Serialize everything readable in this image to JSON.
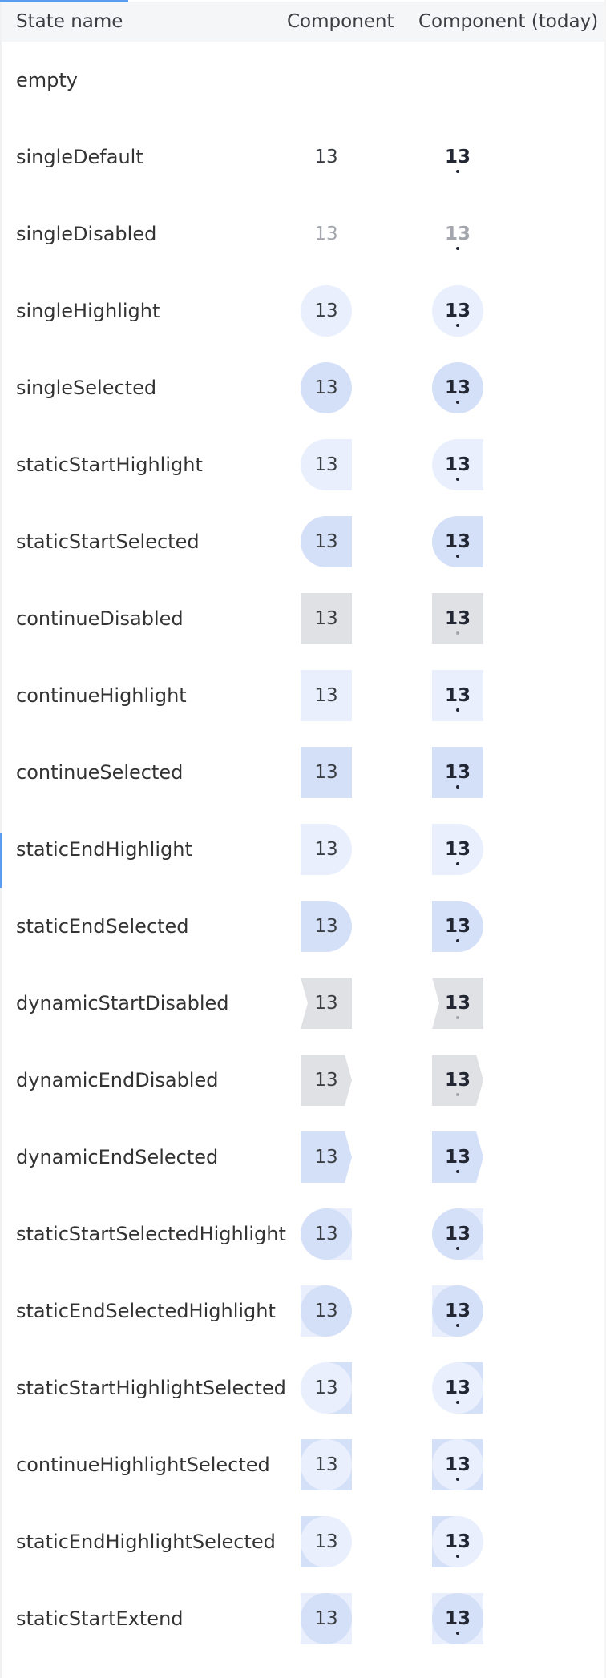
{
  "header": {
    "col_state": "State name",
    "col_component": "Component",
    "col_today": "Component (today)"
  },
  "colors": {
    "highlight": "#e9effc",
    "selected": "#d4e0f8",
    "disabled": "#e0e1e5",
    "accent": "#5a9cf0"
  },
  "rows": [
    {
      "name": "empty",
      "day": "",
      "variant": "empty"
    },
    {
      "name": "singleDefault",
      "day": "13",
      "variant": "singleDefault"
    },
    {
      "name": "singleDisabled",
      "day": "13",
      "variant": "singleDisabled"
    },
    {
      "name": "singleHighlight",
      "day": "13",
      "variant": "singleHighlight"
    },
    {
      "name": "singleSelected",
      "day": "13",
      "variant": "singleSelected"
    },
    {
      "name": "staticStartHighlight",
      "day": "13",
      "variant": "startHl"
    },
    {
      "name": "staticStartSelected",
      "day": "13",
      "variant": "startSel"
    },
    {
      "name": "continueDisabled",
      "day": "13",
      "variant": "continueDisabled"
    },
    {
      "name": "continueHighlight",
      "day": "13",
      "variant": "continueHl"
    },
    {
      "name": "continueSelected",
      "day": "13",
      "variant": "continueSel"
    },
    {
      "name": "staticEndHighlight",
      "day": "13",
      "variant": "endHl"
    },
    {
      "name": "staticEndSelected",
      "day": "13",
      "variant": "endSel"
    },
    {
      "name": "dynamicStartDisabled",
      "day": "13",
      "variant": "dynStartDis"
    },
    {
      "name": "dynamicEndDisabled",
      "day": "13",
      "variant": "dynEndDis"
    },
    {
      "name": "dynamicEndSelected",
      "day": "13",
      "variant": "dynEndSel"
    },
    {
      "name": "staticStartSelectedHighlight",
      "day": "13",
      "variant": "startSelHl"
    },
    {
      "name": "staticEndSelectedHighlight",
      "day": "13",
      "variant": "endSelHl"
    },
    {
      "name": "staticStartHighlightSelected",
      "day": "13",
      "variant": "startHlSel"
    },
    {
      "name": "continueHighlightSelected",
      "day": "13",
      "variant": "contHlSel"
    },
    {
      "name": "staticEndHighlightSelected",
      "day": "13",
      "variant": "endHlSel"
    },
    {
      "name": "staticStartExtend",
      "day": "13",
      "variant": "startExtend"
    }
  ]
}
